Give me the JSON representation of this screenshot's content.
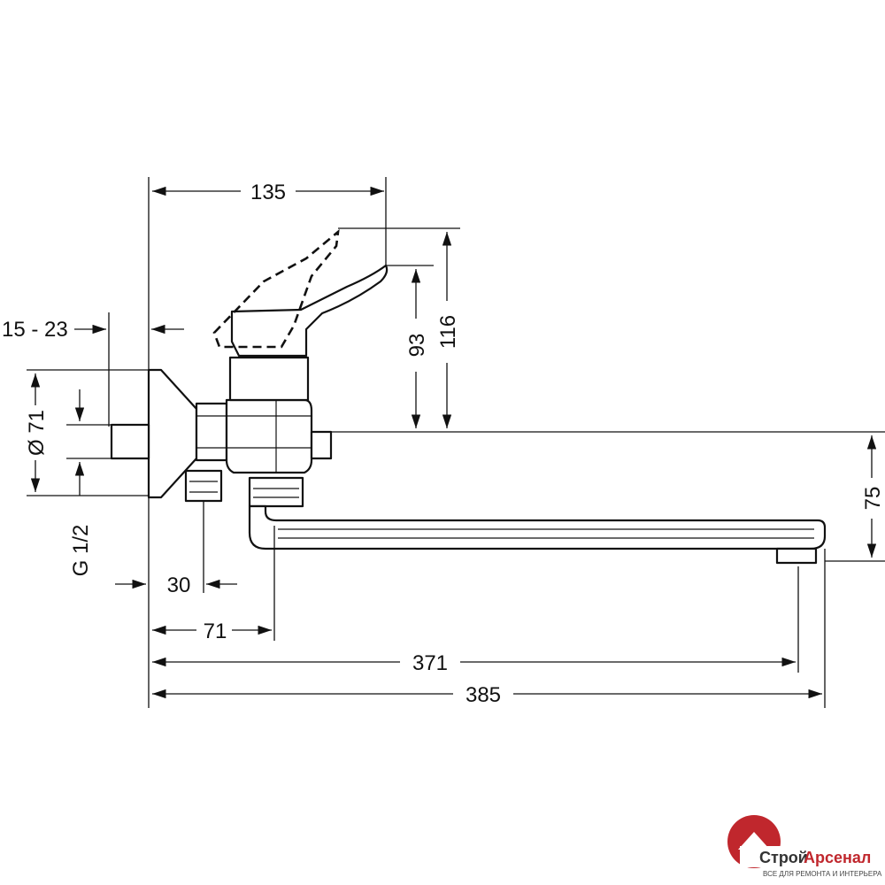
{
  "dimensions": {
    "top_width": "135",
    "handle_height_93": "93",
    "handle_height_116": "116",
    "wall_range": "15 - 23",
    "flange_diameter": "Ø 71",
    "thread": "G 1/2",
    "outlet_height": "75",
    "eccentric_offset": "30",
    "spout_start": "71",
    "spout_reach": "371",
    "total_length": "385"
  },
  "logo": {
    "brand_part1": "Строй",
    "brand_part2": "Арсенал",
    "tagline": "ВСЕ ДЛЯ РЕМОНТА И ИНТЕРЬЕРА"
  },
  "colors": {
    "line": "#111111",
    "logo_red": "#c0272d"
  }
}
